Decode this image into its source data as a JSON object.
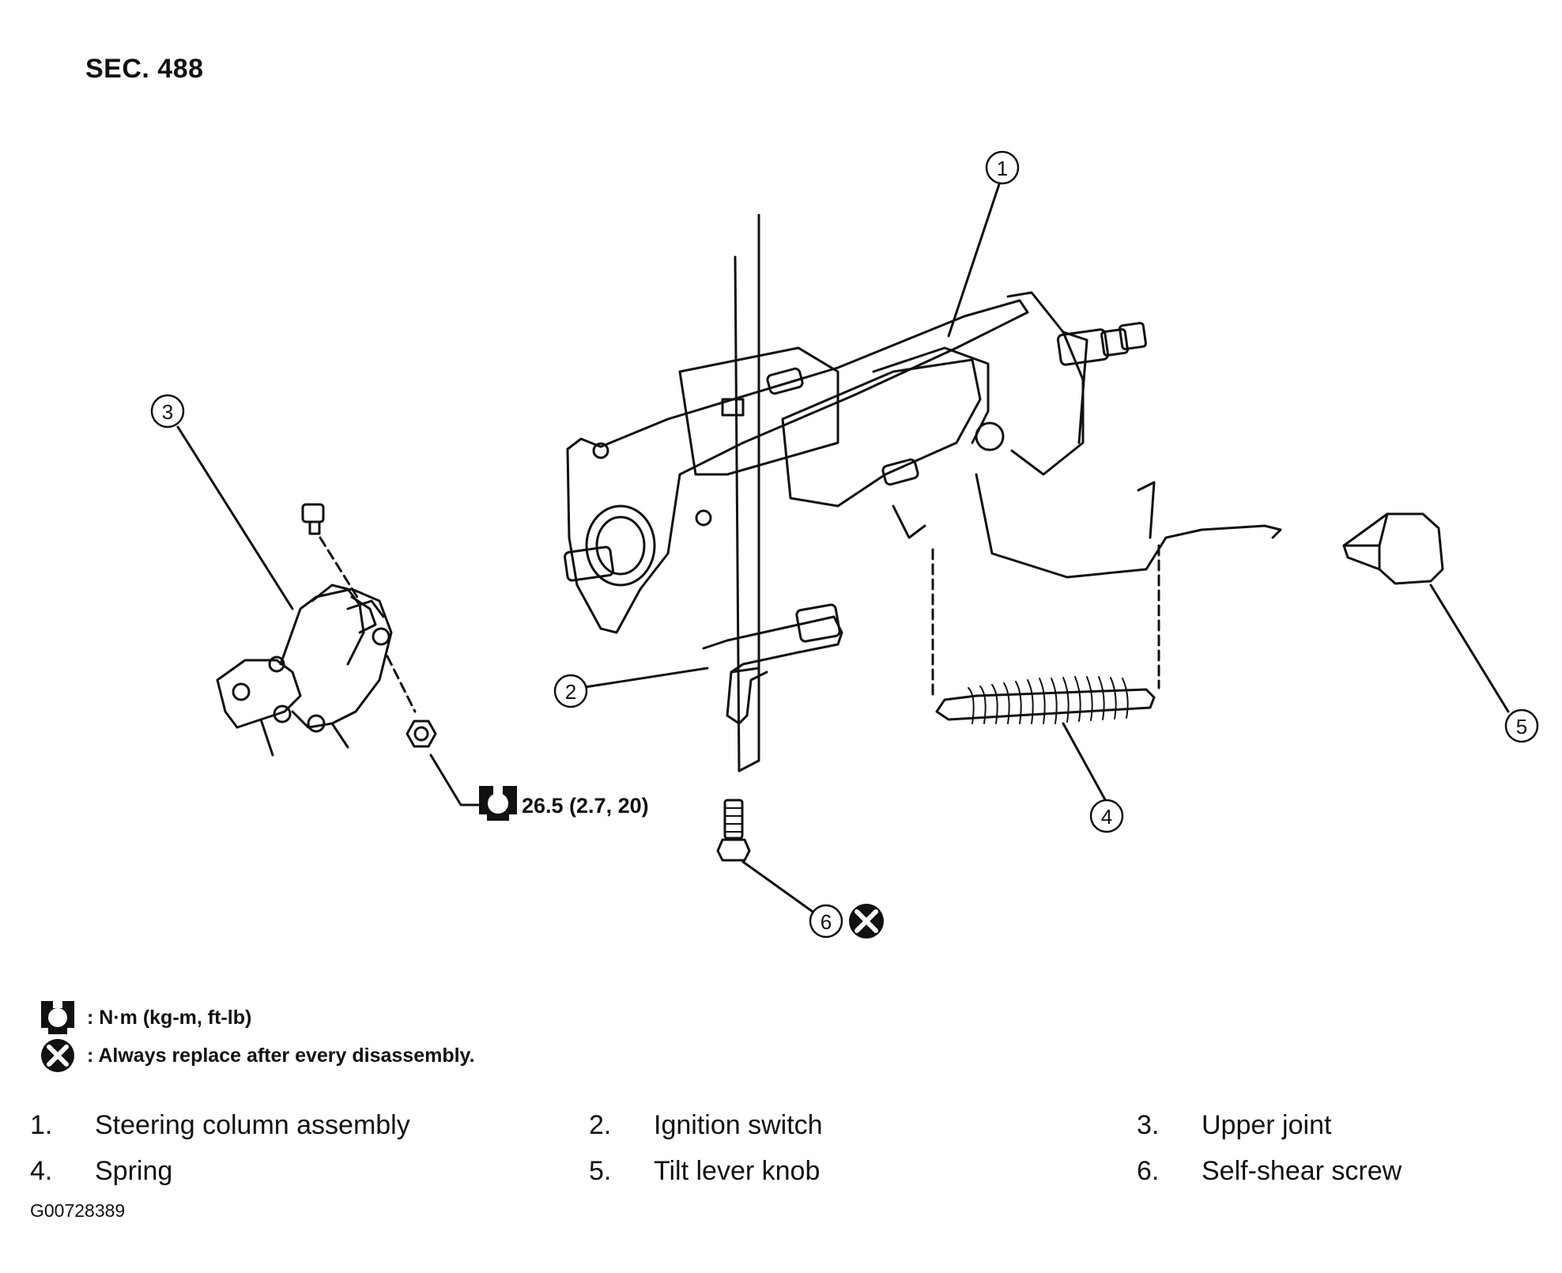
{
  "section_title": "SEC. 488",
  "callouts": {
    "c1": "1",
    "c2": "2",
    "c3": "3",
    "c4": "4",
    "c5": "5",
    "c6": "6"
  },
  "torque_spec": "26.5 (2.7, 20)",
  "legend": {
    "torque_unit": ": N·m (kg-m, ft-lb)",
    "replace_note": ": Always replace after every disassembly."
  },
  "parts": [
    {
      "num": "1.",
      "name": "Steering column assembly"
    },
    {
      "num": "2.",
      "name": "Ignition switch"
    },
    {
      "num": "3.",
      "name": "Upper joint"
    },
    {
      "num": "4.",
      "name": "Spring"
    },
    {
      "num": "5.",
      "name": "Tilt lever knob"
    },
    {
      "num": "6.",
      "name": "Self-shear screw"
    }
  ],
  "figure_id": "G00728389",
  "icons": [
    "torque-wrench-icon",
    "replace-x-icon"
  ]
}
